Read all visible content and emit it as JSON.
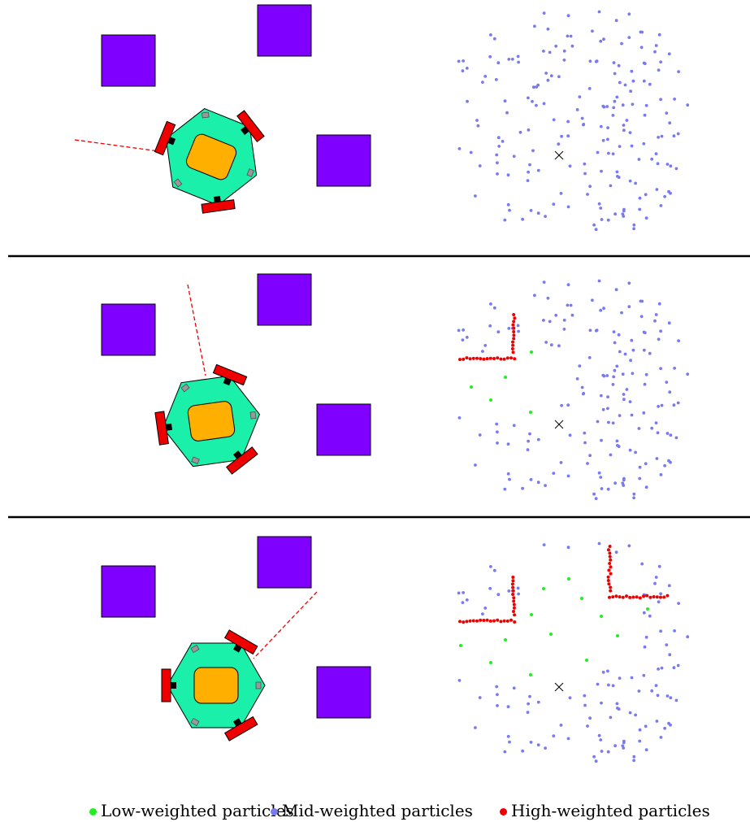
{
  "colors": {
    "obstacle": "#7f00ff",
    "robot_body": "#1af0aa",
    "robot_core": "#ffaf00",
    "wheel": "#ee0000",
    "sensor_ray": "#ee0000",
    "low_particle": "#22ee22",
    "mid_particle": "#7a7af0",
    "high_particle": "#ee0000",
    "separator": "#000000"
  },
  "icons": {
    "estimate_marker": "cross-marker-icon"
  },
  "panels": [
    {
      "id": "top",
      "robot_heading_deg": 20,
      "has_low": false,
      "has_high_left": false,
      "has_high_right": false
    },
    {
      "id": "middle",
      "robot_heading_deg": -10,
      "has_low": true,
      "has_high_left": true,
      "has_high_right": false
    },
    {
      "id": "bottom",
      "robot_heading_deg": 0,
      "has_low": true,
      "has_high_left": true,
      "has_high_right": true
    }
  ],
  "legend": {
    "items": [
      {
        "label": "Low-weighted particles",
        "color": "#22ee22"
      },
      {
        "label": "Mid-weighted particles",
        "color": "#7a7af0"
      },
      {
        "label": "High-weighted particles",
        "color": "#ee0000"
      }
    ]
  }
}
